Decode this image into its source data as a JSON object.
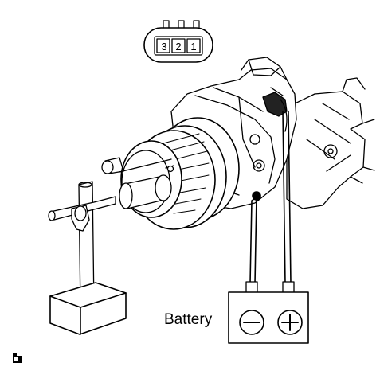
{
  "connector": {
    "pins": [
      "3",
      "2",
      "1"
    ]
  },
  "battery": {
    "label": "Battery",
    "negative_symbol": "minus-icon",
    "positive_symbol": "plus-icon"
  },
  "footer": {
    "icon": "camera-icon"
  },
  "colors": {
    "line": "#000000",
    "background": "#ffffff"
  }
}
